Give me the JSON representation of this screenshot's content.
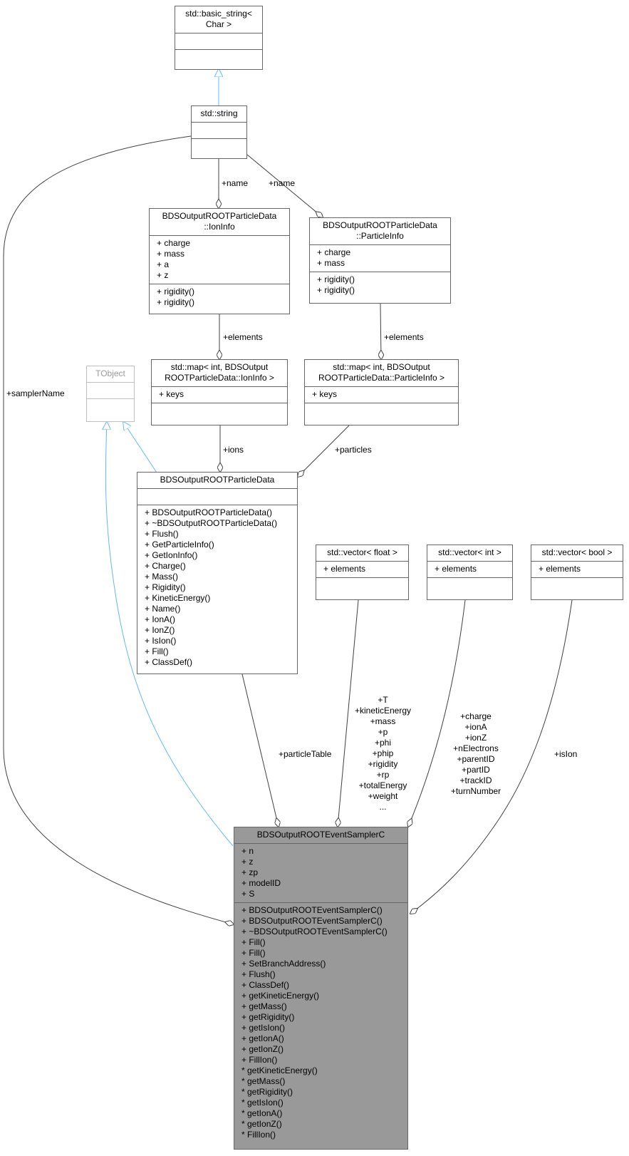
{
  "nodes": {
    "basic_string": {
      "title": [
        "std::basic_string<",
        "Char >"
      ],
      "attrs": [],
      "methods": []
    },
    "string": {
      "title": [
        "std::string"
      ],
      "attrs": [],
      "methods": []
    },
    "ioninfo": {
      "title": [
        "BDSOutputROOTParticleData",
        "::IonInfo"
      ],
      "attrs": [
        "+ charge",
        "+ mass",
        "+ a",
        "+ z"
      ],
      "methods": [
        "+ rigidity()",
        "+ rigidity()"
      ]
    },
    "particleinfo": {
      "title": [
        "BDSOutputROOTParticleData",
        "::ParticleInfo"
      ],
      "attrs": [
        "+ charge",
        "+ mass"
      ],
      "methods": [
        "+ rigidity()",
        "+ rigidity()"
      ]
    },
    "map_ion": {
      "title": [
        "std::map< int, BDSOutput",
        "ROOTParticleData::IonInfo >"
      ],
      "attrs": [
        "+ keys"
      ],
      "methods": []
    },
    "map_particle": {
      "title": [
        "std::map< int, BDSOutput",
        "ROOTParticleData::ParticleInfo >"
      ],
      "attrs": [
        "+ keys"
      ],
      "methods": []
    },
    "tobject": {
      "title": [
        "TObject"
      ],
      "attrs": [],
      "methods": []
    },
    "particledata": {
      "title": [
        "BDSOutputROOTParticleData"
      ],
      "attrs": [],
      "methods": [
        "+ BDSOutputROOTParticleData()",
        "+ ~BDSOutputROOTParticleData()",
        "+ Flush()",
        "+ GetParticleInfo()",
        "+ GetIonInfo()",
        "+ Charge()",
        "+ Mass()",
        "+ Rigidity()",
        "+ KineticEnergy()",
        "+ Name()",
        "+ IonA()",
        "+ IonZ()",
        "+ IsIon()",
        "+ Fill()",
        "+ ClassDef()"
      ]
    },
    "vec_float": {
      "title": [
        "std::vector< float >"
      ],
      "attrs": [
        "+ elements"
      ],
      "methods": []
    },
    "vec_int": {
      "title": [
        "std::vector< int >"
      ],
      "attrs": [
        "+ elements"
      ],
      "methods": []
    },
    "vec_bool": {
      "title": [
        "std::vector< bool >"
      ],
      "attrs": [
        "+ elements"
      ],
      "methods": []
    },
    "sampler": {
      "title": [
        "BDSOutputROOTEventSamplerC"
      ],
      "attrs": [
        "+ n",
        "+ z",
        "+ zp",
        "+ modelID",
        "+ S"
      ],
      "methods": [
        "+ BDSOutputROOTEventSamplerC()",
        "+ BDSOutputROOTEventSamplerC()",
        "+ ~BDSOutputROOTEventSamplerC()",
        "+ Fill()",
        "+ Fill()",
        "+ SetBranchAddress()",
        "+ Flush()",
        "+ ClassDef()",
        "+ getKineticEnergy()",
        "+ getMass()",
        "+ getRigidity()",
        "+ getIsIon()",
        "+ getIonA()",
        "+ getIonZ()",
        "+ FillIon()",
        "* getKineticEnergy()",
        "* getMass()",
        "* getRigidity()",
        "* getIsIon()",
        "* getIonA()",
        "* getIonZ()",
        "* FillIon()"
      ]
    }
  },
  "labels": {
    "name1": [
      "+name"
    ],
    "name2": [
      "+name"
    ],
    "elements1": [
      "+elements"
    ],
    "elements2": [
      "+elements"
    ],
    "ions": [
      "+ions"
    ],
    "particles": [
      "+particles"
    ],
    "samplerName": [
      "+samplerName"
    ],
    "particleTable": [
      "+particleTable"
    ],
    "floatMembers": [
      "+T",
      "+kineticEnergy",
      "+mass",
      "+p",
      "+phi",
      "+phip",
      "+rigidity",
      "+rp",
      "+totalEnergy",
      "+weight",
      "..."
    ],
    "intMembers": [
      "+charge",
      "+ionA",
      "+ionZ",
      "+nElectrons",
      "+parentID",
      "+partID",
      "+trackID",
      "+turnNumber"
    ],
    "isIon": [
      "+isIon"
    ]
  },
  "colors": {
    "inheritance": "#63b8ff",
    "association": "#404040",
    "main_fill": "#999999"
  }
}
